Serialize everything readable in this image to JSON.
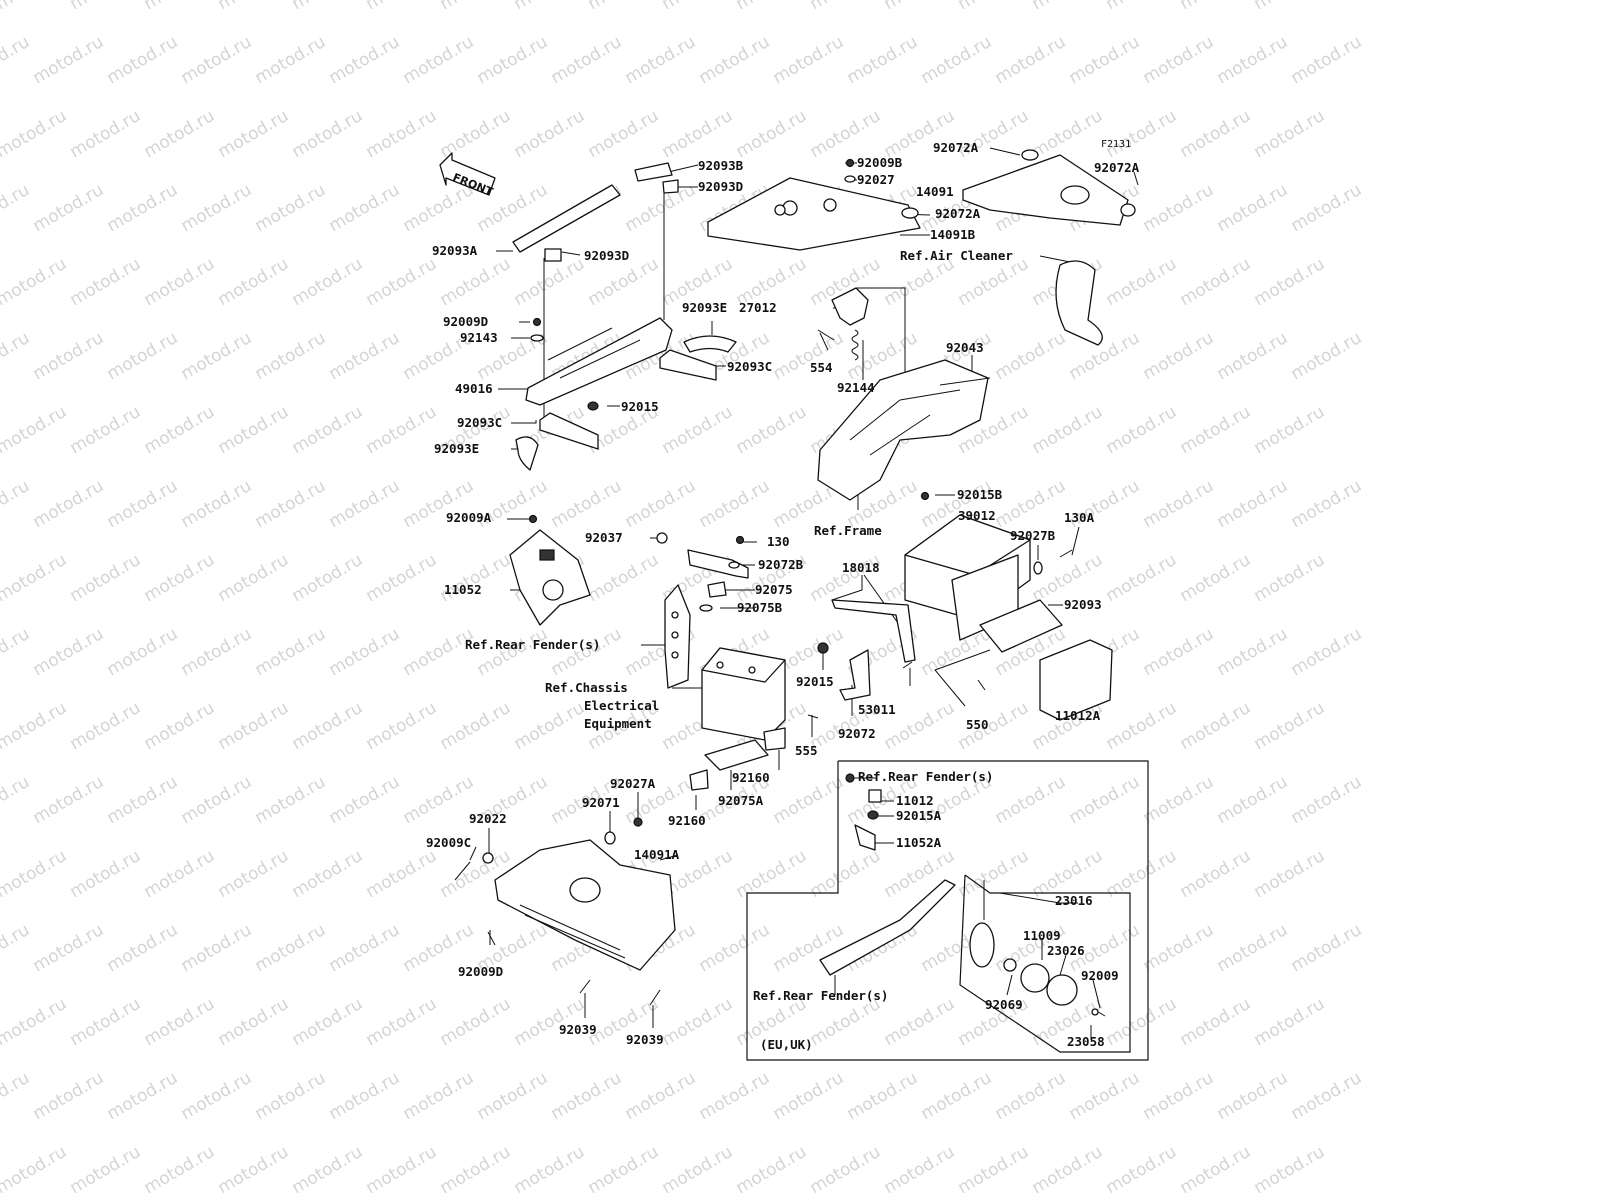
{
  "watermark": "motod.ru",
  "figure_code": "F2131",
  "front_label": "FRONT",
  "callouts": [
    {
      "id": "c1",
      "text": "92093B"
    },
    {
      "id": "c2",
      "text": "92093D"
    },
    {
      "id": "c3",
      "text": "92093A"
    },
    {
      "id": "c4",
      "text": "92093D"
    },
    {
      "id": "c5",
      "text": "92009D"
    },
    {
      "id": "c6",
      "text": "92143"
    },
    {
      "id": "c7",
      "text": "92093E"
    },
    {
      "id": "c8",
      "text": "92093C"
    },
    {
      "id": "c9",
      "text": "49016"
    },
    {
      "id": "c10",
      "text": "92015"
    },
    {
      "id": "c11",
      "text": "92093C"
    },
    {
      "id": "c12",
      "text": "92093E"
    },
    {
      "id": "c13",
      "text": "92009B"
    },
    {
      "id": "c14",
      "text": "92027"
    },
    {
      "id": "c15",
      "text": "92072A"
    },
    {
      "id": "c16",
      "text": "14091B"
    },
    {
      "id": "c17",
      "text": "92072A"
    },
    {
      "id": "c18",
      "text": "92072A"
    },
    {
      "id": "c19",
      "text": "14091"
    },
    {
      "id": "c20",
      "text": "Ref.Air Cleaner"
    },
    {
      "id": "c21",
      "text": "27012"
    },
    {
      "id": "c22",
      "text": "554"
    },
    {
      "id": "c23",
      "text": "92144"
    },
    {
      "id": "c24",
      "text": "92043"
    },
    {
      "id": "c25",
      "text": "Ref.Frame"
    },
    {
      "id": "c26",
      "text": "92015B"
    },
    {
      "id": "c27",
      "text": "39012"
    },
    {
      "id": "c28",
      "text": "92027B"
    },
    {
      "id": "c29",
      "text": "130A"
    },
    {
      "id": "c30",
      "text": "92093"
    },
    {
      "id": "c31",
      "text": "18018"
    },
    {
      "id": "c32",
      "text": "92015"
    },
    {
      "id": "c33",
      "text": "53011"
    },
    {
      "id": "c34",
      "text": "550"
    },
    {
      "id": "c35",
      "text": "11012A"
    },
    {
      "id": "c36",
      "text": "92072"
    },
    {
      "id": "c37",
      "text": "555"
    },
    {
      "id": "c38",
      "text": "92009A"
    },
    {
      "id": "c39",
      "text": "11052"
    },
    {
      "id": "c40",
      "text": "92037"
    },
    {
      "id": "c41",
      "text": "130"
    },
    {
      "id": "c42",
      "text": "92072B"
    },
    {
      "id": "c43",
      "text": "92075"
    },
    {
      "id": "c44",
      "text": "92075B"
    },
    {
      "id": "c45",
      "text": "Ref.Rear Fender(s)"
    },
    {
      "id": "c46",
      "text": "Ref.Chassis"
    },
    {
      "id": "c47",
      "text": "Electrical"
    },
    {
      "id": "c48",
      "text": "Equipment"
    },
    {
      "id": "c49",
      "text": "92160"
    },
    {
      "id": "c50",
      "text": "92075A"
    },
    {
      "id": "c51",
      "text": "92160"
    },
    {
      "id": "c52",
      "text": "92027A"
    },
    {
      "id": "c53",
      "text": "92071"
    },
    {
      "id": "c54",
      "text": "92022"
    },
    {
      "id": "c55",
      "text": "92009C"
    },
    {
      "id": "c56",
      "text": "14091A"
    },
    {
      "id": "c57",
      "text": "92009D"
    },
    {
      "id": "c58",
      "text": "92039"
    },
    {
      "id": "c59",
      "text": "92039"
    },
    {
      "id": "c60",
      "text": "Ref.Rear Fender(s)"
    },
    {
      "id": "c61",
      "text": "11012"
    },
    {
      "id": "c62",
      "text": "92015A"
    },
    {
      "id": "c63",
      "text": "11052A"
    },
    {
      "id": "c64",
      "text": "23016"
    },
    {
      "id": "c65",
      "text": "11009"
    },
    {
      "id": "c66",
      "text": "23026"
    },
    {
      "id": "c67",
      "text": "92009"
    },
    {
      "id": "c68",
      "text": "92069"
    },
    {
      "id": "c69",
      "text": "23058"
    },
    {
      "id": "c70",
      "text": "Ref.Rear Fender(s)"
    },
    {
      "id": "c71",
      "text": "(EU,UK)"
    }
  ]
}
